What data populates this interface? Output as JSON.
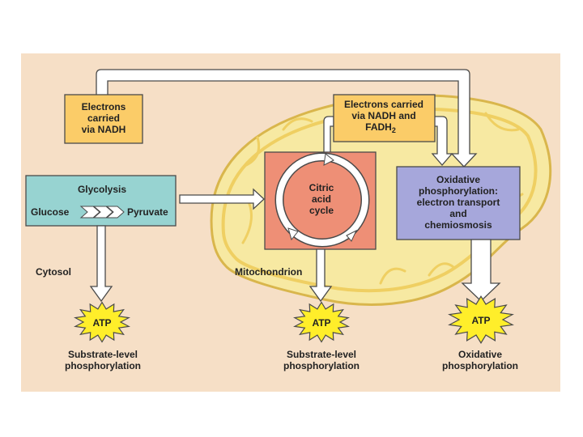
{
  "colors": {
    "background": "#f6dfc6",
    "mitochondrion": "#f7e9a2",
    "cristae": "#efcf62",
    "nadh_box": "#fbcc68",
    "glycolysis_box": "#97d3d1",
    "citric_box": "#ee8f76",
    "oxidative_box": "#a6a7db",
    "atp_burst": "#ffee2a",
    "arrow_fill": "#ffffff",
    "outline": "#4a4a4a"
  },
  "boxes": {
    "nadh_left": [
      "Electrons",
      "carried",
      "via NADH"
    ],
    "nadh_right": {
      "line1": "Electrons carried",
      "line2": "via NADH and",
      "line3_main": "FADH",
      "line3_sub": "2"
    },
    "glycolysis": {
      "title": "Glycolysis",
      "glucose": "Glucose",
      "pyruvate": "Pyruvate"
    },
    "citric_acid": [
      "Citric",
      "acid",
      "cycle"
    ],
    "oxidative": [
      "Oxidative",
      "phosphorylation:",
      "electron transport",
      "and",
      "chemiosmosis"
    ]
  },
  "regions": {
    "cytosol": "Cytosol",
    "mitochondrion": "Mitochondrion"
  },
  "atp": {
    "label": "ATP",
    "captions": [
      [
        "Substrate-level",
        "phosphorylation"
      ],
      [
        "Substrate-level",
        "phosphorylation"
      ],
      [
        "Oxidative",
        "phosphorylation"
      ]
    ]
  }
}
